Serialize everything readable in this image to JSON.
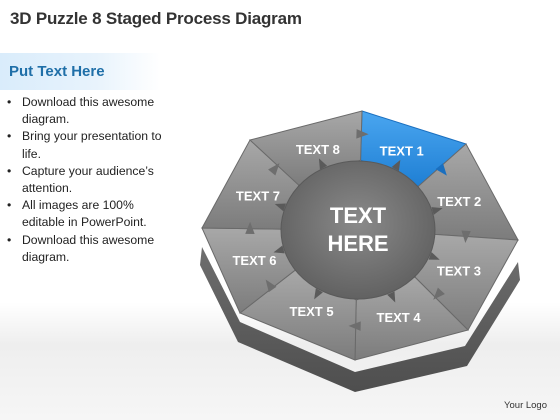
{
  "title": "3D Puzzle 8 Staged Process Diagram",
  "subheading": "Put Text Here",
  "bullets": [
    "Download this awesome diagram.",
    "Bring your presentation to life.",
    "Capture your audience’s attention.",
    "All images are 100% editable in PowerPoint.",
    "Download this awesome diagram."
  ],
  "segments": [
    {
      "label": "TEXT 1",
      "highlight": true
    },
    {
      "label": "TEXT 2"
    },
    {
      "label": "TEXT 3"
    },
    {
      "label": "TEXT 4"
    },
    {
      "label": "TEXT 5"
    },
    {
      "label": "TEXT 6"
    },
    {
      "label": "TEXT 7"
    },
    {
      "label": "TEXT 8"
    }
  ],
  "center": {
    "line1": "TEXT",
    "line2": "HERE"
  },
  "logo": "Your Logo",
  "colors": {
    "highlight": "#2f8fe0",
    "segment": "#8f8f8f",
    "center": "#6f6f6f",
    "base": "#5f5f5f"
  }
}
